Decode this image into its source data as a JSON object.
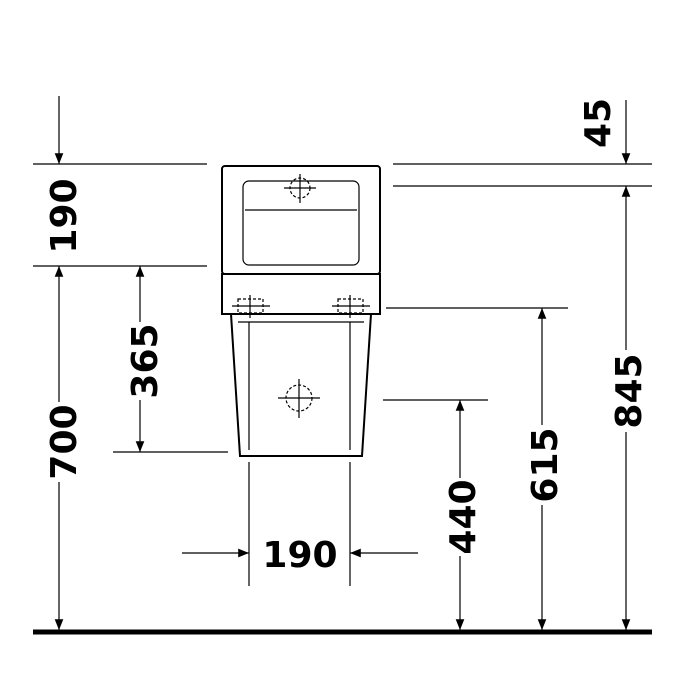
{
  "dimensions": {
    "top_height": "190",
    "to_ground_left": "700",
    "outlet_height": "365",
    "width": "190",
    "inlet_height": "440",
    "mount_height": "615",
    "overall_height": "845",
    "top_offset": "45"
  }
}
